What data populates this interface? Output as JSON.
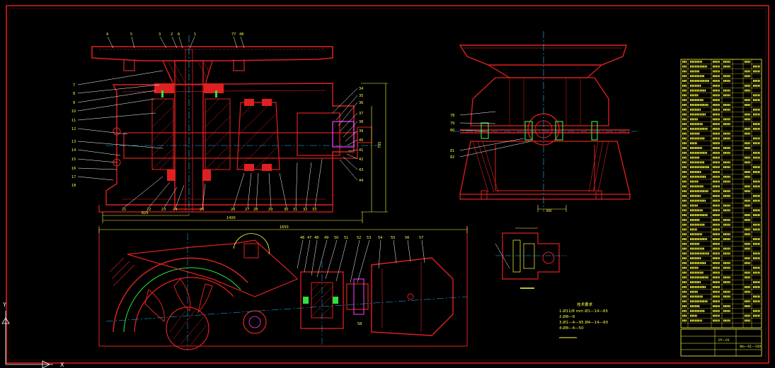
{
  "app": "CAD drawing viewer",
  "colors": {
    "background": "#000000",
    "border": "#e02020",
    "part": "#e02020",
    "hatch": "#e02020",
    "dimension": "#ffff40",
    "leader": "#ffffff",
    "centerline": "#20c0ff",
    "green": "#30e040",
    "magenta": "#ff40ff",
    "table": "#ffff40"
  },
  "views": {
    "section_label": "技术要求",
    "requirements": [
      "1.Ø11/8 mm  Ø1—14—65",
      "2.Ø8—9",
      "3.Ø1—4—95  Ø4—14—60",
      "4.Ø8—4—50"
    ],
    "top_balloons": [
      "4",
      "5",
      "3",
      "2",
      "6",
      "1",
      "77",
      "48"
    ],
    "left_balloons": [
      "7",
      "8",
      "9",
      "10",
      "11",
      "12",
      "13",
      "14",
      "15",
      "16",
      "17",
      "18"
    ],
    "bottom_balloons": [
      "21",
      "22",
      "23",
      "24",
      "25",
      "26",
      "27",
      "28",
      "29",
      "30",
      "31",
      "32",
      "33"
    ],
    "right_balloons": [
      "34",
      "35",
      "36",
      "37",
      "38",
      "39",
      "40",
      "41",
      "42",
      "43",
      "44"
    ],
    "side_balloons": [
      "78",
      "79",
      "80",
      "81",
      "82"
    ],
    "lower_balloons": [
      "46",
      "47",
      "48",
      "49",
      "50",
      "51",
      "52",
      "53",
      "54",
      "55",
      "56",
      "57",
      "58"
    ]
  },
  "title_block": {
    "drawing_no": "0Y—01",
    "code": "Wa—01—100"
  }
}
